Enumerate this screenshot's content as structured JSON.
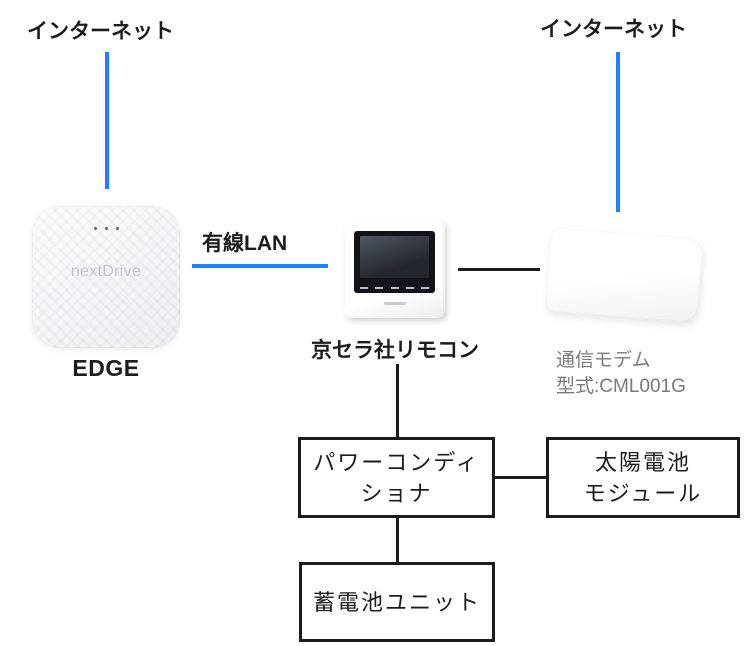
{
  "diagram": {
    "internet_left": {
      "label": "インターネット"
    },
    "internet_right": {
      "label": "インターネット"
    },
    "wired_lan": {
      "label": "有線LAN"
    },
    "edge_device": {
      "label": "EDGE",
      "logo": "nextDrive"
    },
    "remote_device": {
      "label": "京セラ社リモコン"
    },
    "modem_device": {
      "name": "通信モデム",
      "model": "型式:CML001G"
    },
    "power_conditioner": {
      "line1": "パワーコンディ",
      "line2": "ショナ"
    },
    "solar_module": {
      "line1": "太陽電池",
      "line2": "モジュール"
    },
    "battery_unit": {
      "label": "蓄電池ユニット"
    },
    "colors": {
      "connection_blue": "#1E80FF",
      "connection_black": "#1C1C1C",
      "modem_label_gray": "#7A7A7A"
    }
  }
}
